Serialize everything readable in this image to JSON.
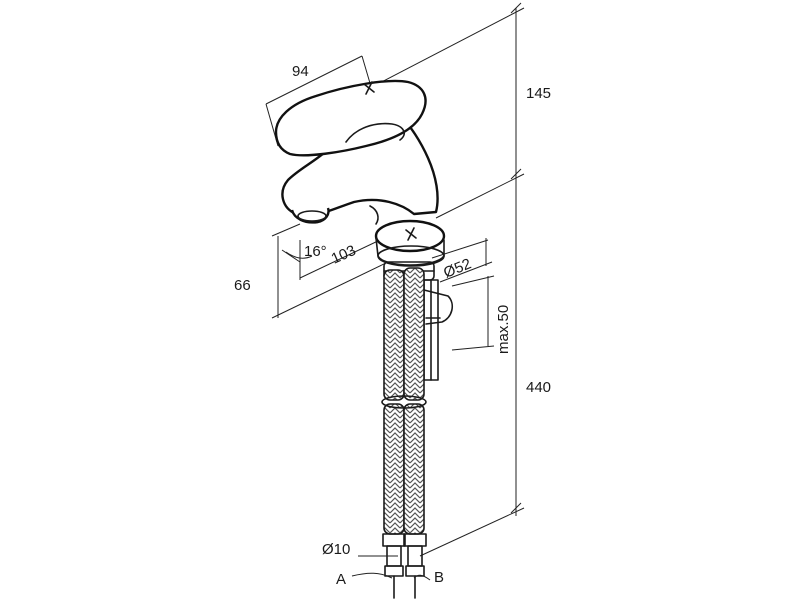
{
  "dimensions": {
    "lever_width": "94",
    "lever_height": "145",
    "spout_angle": "16°",
    "spout_reach": "103",
    "base_diameter": "Ø52",
    "spout_height": "66",
    "max_thickness": "max.50",
    "total_length": "440",
    "hose_diameter": "Ø10"
  },
  "connections": {
    "left": "A",
    "right": "B"
  },
  "colors": {
    "line": "#1a1a1a",
    "background": "#ffffff",
    "hose_braid": "#555555"
  }
}
